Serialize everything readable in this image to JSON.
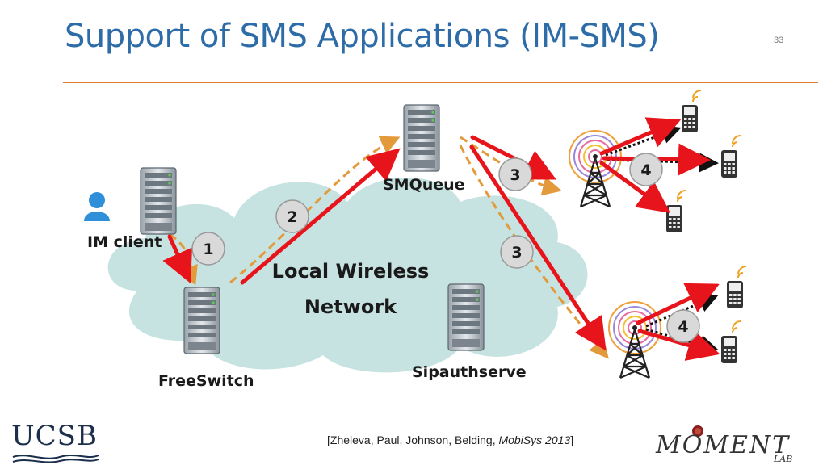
{
  "slide": {
    "title": "Support of SMS Applications (IM-SMS)",
    "number": "33"
  },
  "diagram": {
    "cloud_label_line1": "Local Wireless",
    "cloud_label_line2": "Network",
    "nodes": {
      "im_client": "IM client",
      "freeswitch": "FreeSwitch",
      "smqueue": "SMQueue",
      "sipauthserve": "Sipauthserve"
    },
    "steps": [
      "1",
      "2",
      "3",
      "3",
      "4",
      "4"
    ]
  },
  "citation": {
    "prefix": "[Zheleva, Paul, Johnson, Belding, ",
    "venue": "MobiSys 2013",
    "suffix": "]"
  },
  "logos": {
    "left": "UCSB",
    "right": "MOMENT",
    "right_sub": "LAB"
  },
  "colors": {
    "title": "#2e6ca8",
    "rule": "#e07a2f",
    "cloud": "#c7e3e1",
    "red_arrow": "#e8141b",
    "dashed_arrow": "#e39a3a"
  }
}
